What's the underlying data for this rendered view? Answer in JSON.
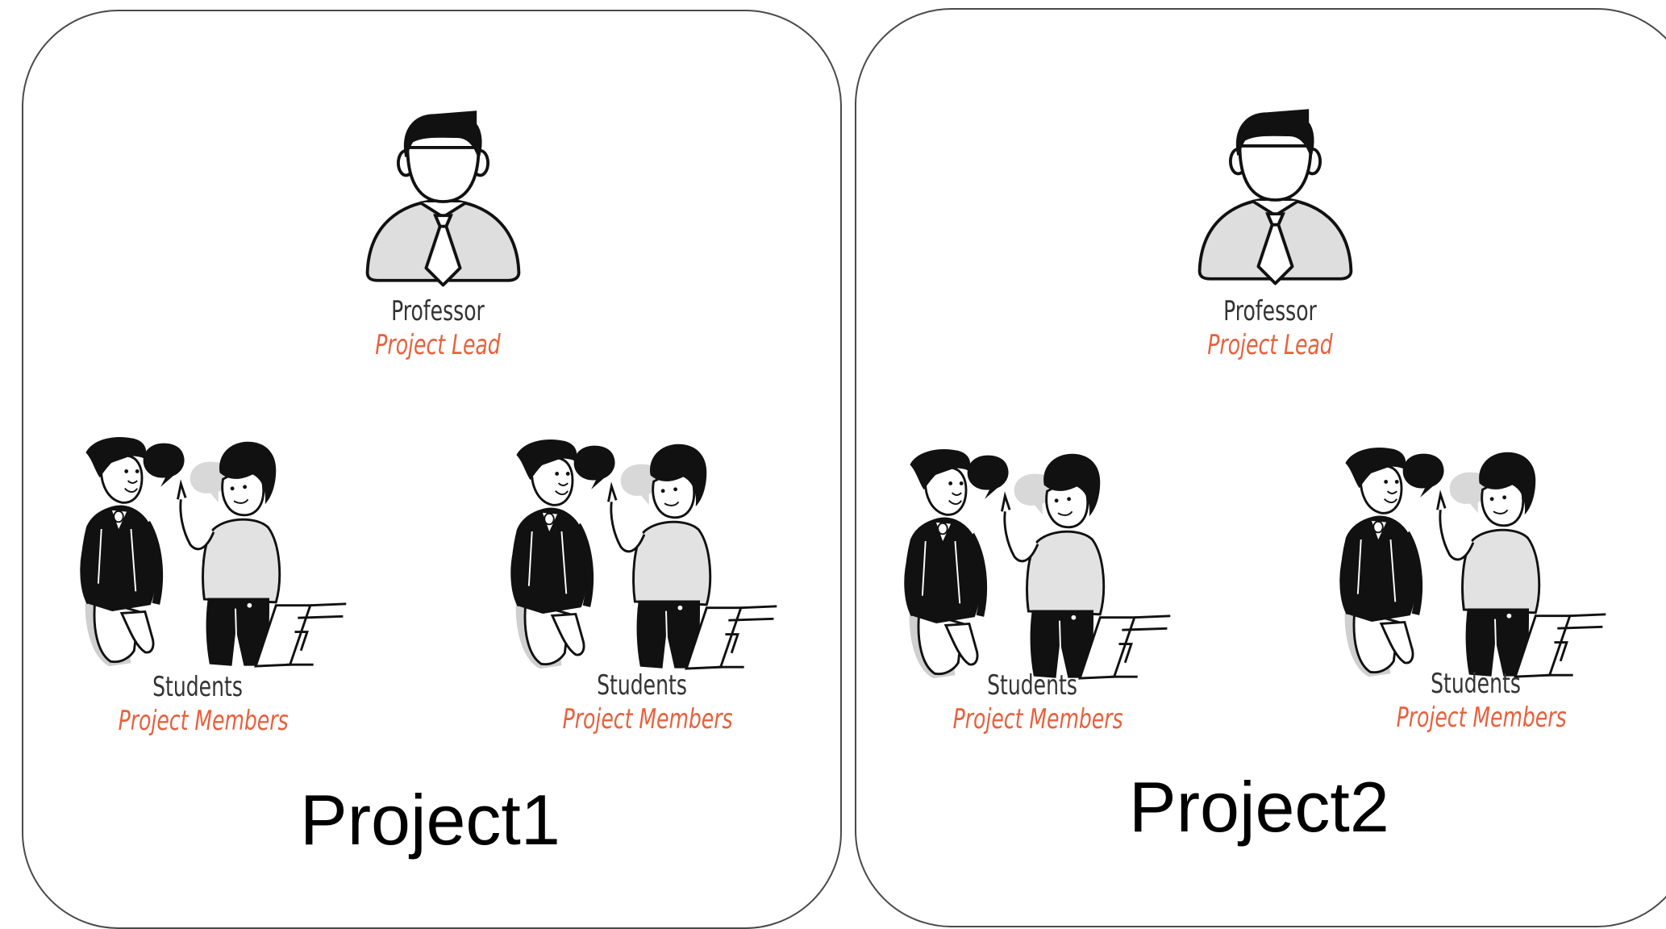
{
  "projects": [
    {
      "title": "Project1",
      "lead": {
        "name": "Professor",
        "role": "Project Lead",
        "icon": "professor-icon"
      },
      "member_groups": [
        {
          "name": "Students",
          "role": "Project Members",
          "icon": "students-illustration"
        },
        {
          "name": "Students",
          "role": "Project Members",
          "icon": "students-illustration"
        }
      ]
    },
    {
      "title": "Project2",
      "lead": {
        "name": "Professor",
        "role": "Project Lead",
        "icon": "professor-icon"
      },
      "member_groups": [
        {
          "name": "Students",
          "role": "Project Members",
          "icon": "students-illustration"
        },
        {
          "name": "Students",
          "role": "Project Members",
          "icon": "students-illustration"
        }
      ]
    }
  ],
  "colors": {
    "role_title": "#e8603c",
    "role_name": "#333333",
    "panel_border": "#4a4a4a",
    "figure_fill": "#dedede",
    "figure_dark": "#111111"
  }
}
